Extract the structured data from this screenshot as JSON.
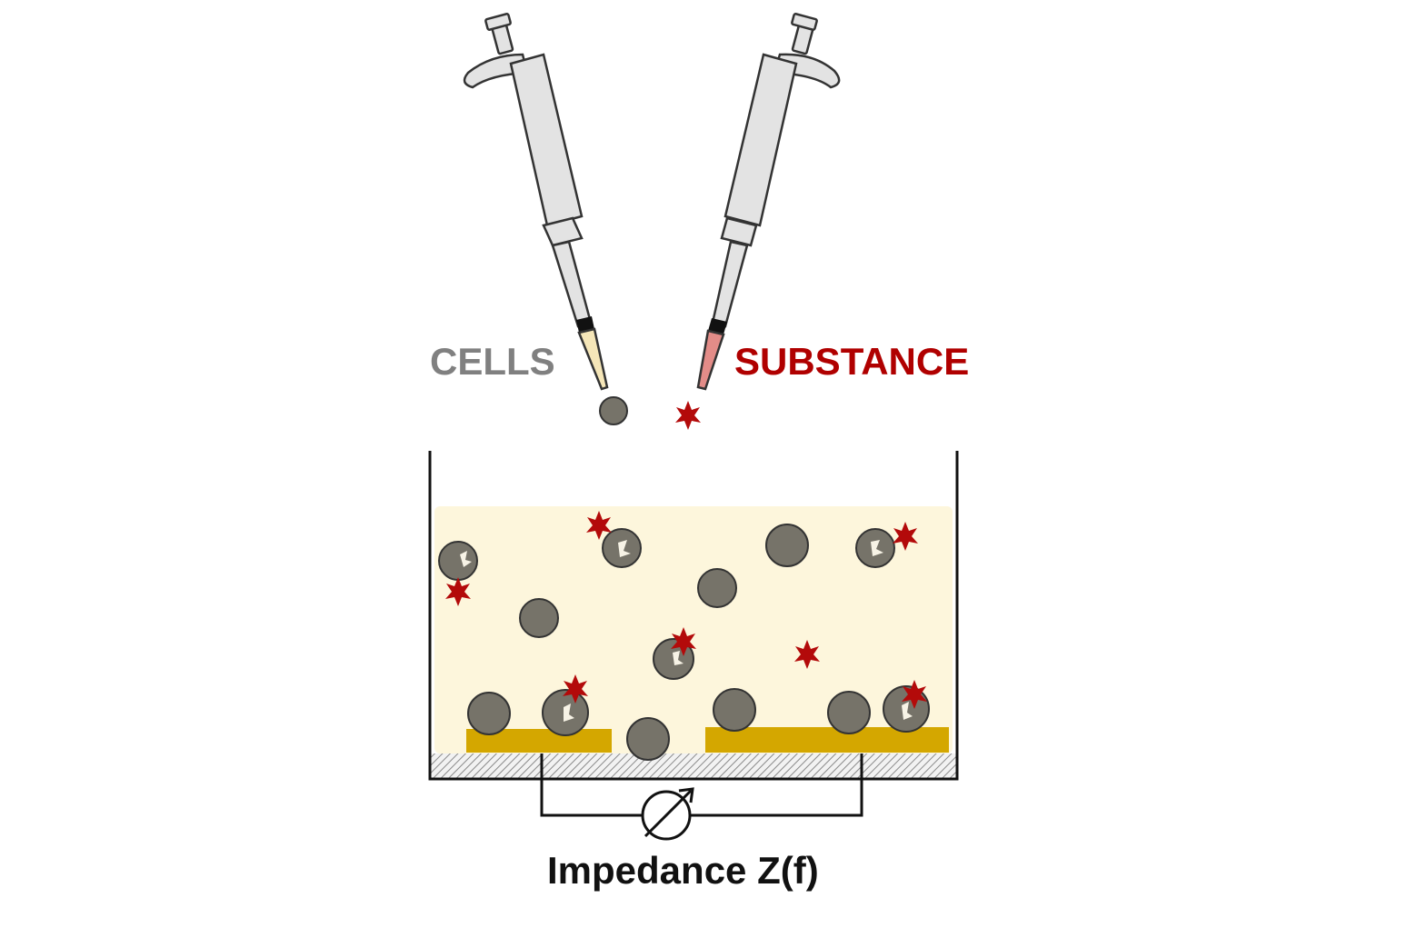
{
  "labels": {
    "cells": "CELLS",
    "substance": "SUBSTANCE",
    "impedance": "Impedance Z(f)"
  },
  "colors": {
    "cells_label": "#808080",
    "substance_label": "#b00000",
    "impedance_label": "#111111",
    "medium": "#fdf6dc",
    "electrode": "#d4a700",
    "cell_fill": "#767369",
    "substance_mark": "#b30a0a",
    "pipette_body": "#e3e3e3",
    "tip_cells": "#f5e6b8",
    "tip_substance": "#e38c88"
  },
  "icons": {
    "meter": "impedance-meter-icon",
    "pipette": "pipette-icon"
  }
}
